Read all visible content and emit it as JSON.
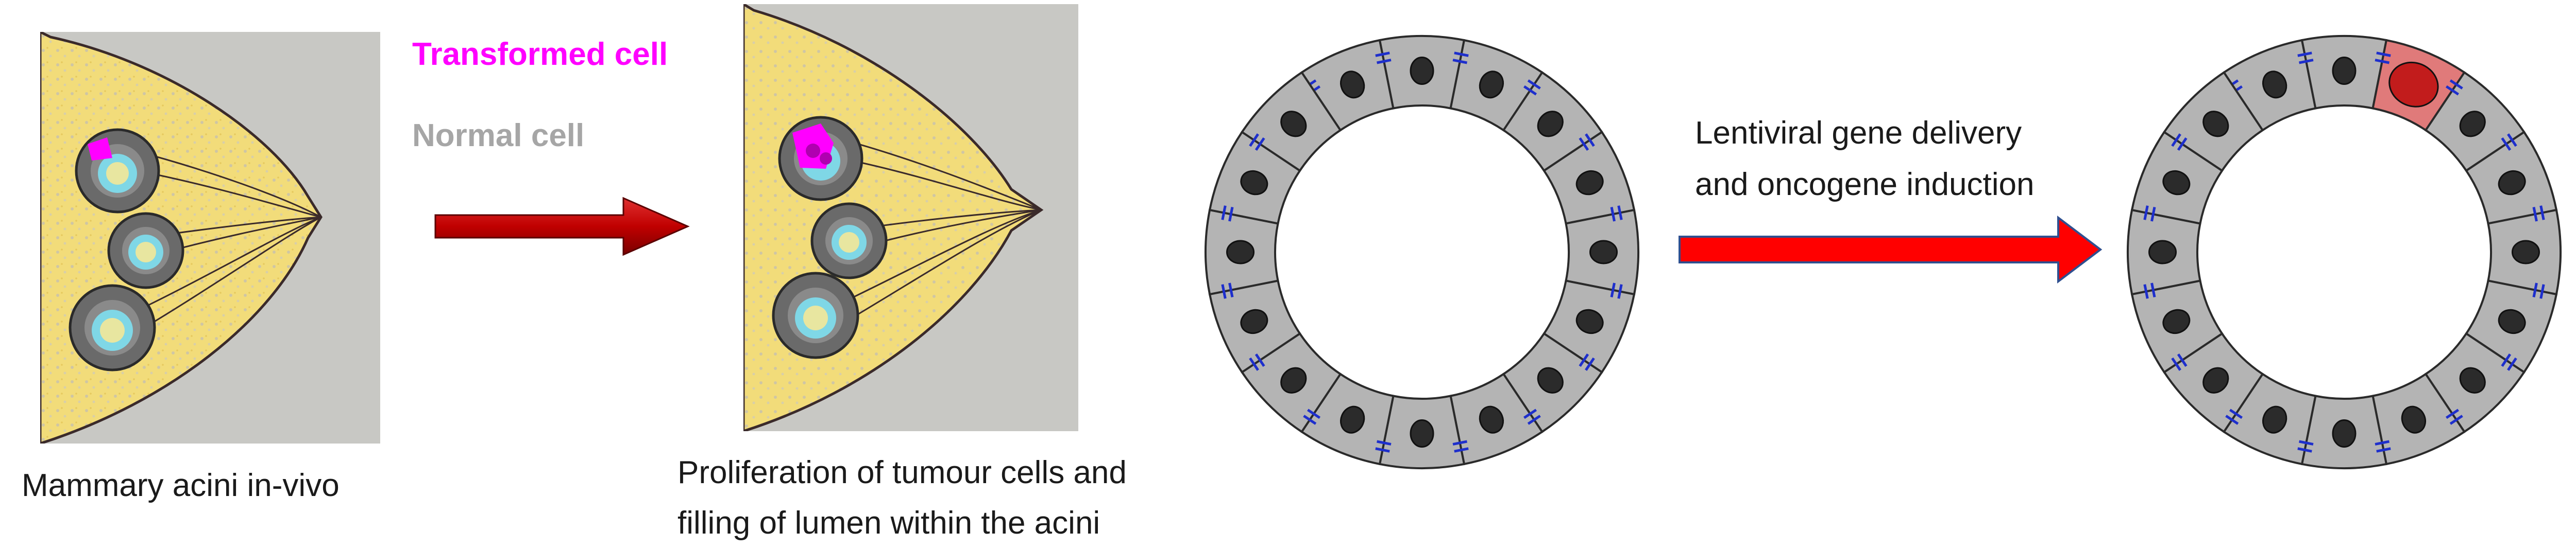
{
  "legend": {
    "transformed": {
      "label": "Transformed cell",
      "color": "#ff00ff"
    },
    "normal": {
      "label": "Normal cell",
      "color": "#a6a6a6"
    }
  },
  "captions": {
    "panel1": "Mammary acini in-vivo",
    "panel2_line1": "Proliferation of tumour cells and",
    "panel2_line2": "filling of lumen within the acini",
    "arrow2_line1": "Lentiviral gene delivery",
    "arrow2_line2": "and oncogene induction"
  },
  "colors": {
    "gland": "#f2dc7a",
    "background": "#c8c8c4",
    "cell": "#b4b4b4",
    "nucleus": "#2b2b2b",
    "junction": "#1e2fcc",
    "transformed_cell": "#e07a7a",
    "transformed_nucleus": "#c21c1c",
    "arrow1": "#c00000",
    "arrow2": "#ff0000",
    "arrow2_border": "#2f4f8f"
  },
  "ring_cell_count": 16
}
